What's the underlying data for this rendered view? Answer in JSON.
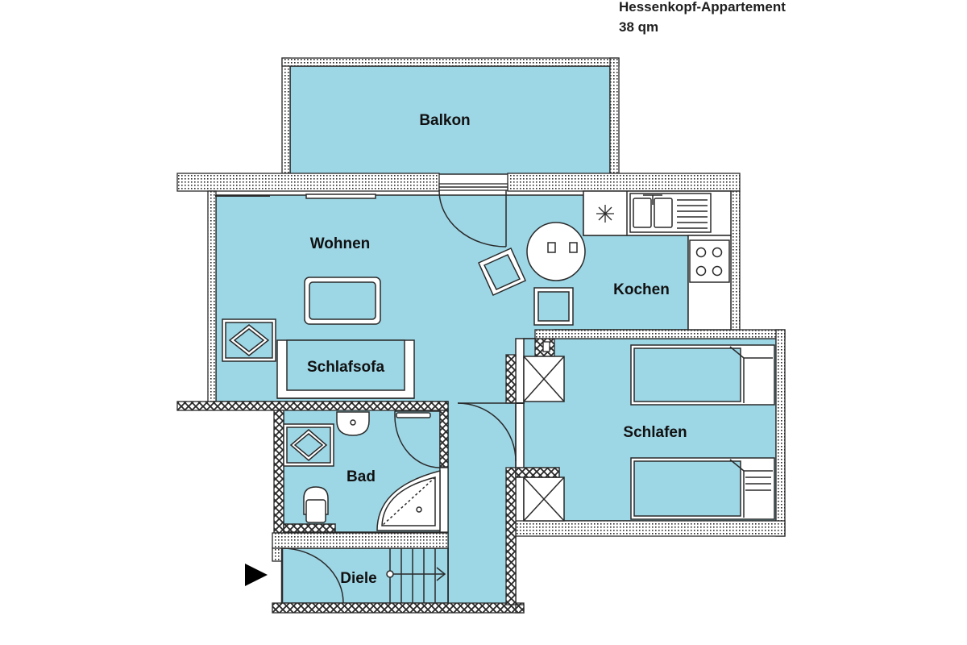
{
  "header": {
    "title": "Hessenkopf-Appartement",
    "area": "38 qm"
  },
  "rooms": {
    "balkon": "Balkon",
    "wohnen": "Wohnen",
    "kochen": "Kochen",
    "schlafsofa": "Schlafsofa",
    "schlafen": "Schlafen",
    "bad": "Bad",
    "diele": "Diele"
  },
  "colors": {
    "room_fill": "#9dd6e5",
    "wall": "#2a2a2a",
    "wall_hatch": "#ffffff"
  },
  "icons": {
    "entrance": "entrance-arrow-icon",
    "hob": "hob-icon",
    "sink": "kitchen-sink-icon",
    "fridge": "fridge-icon"
  }
}
